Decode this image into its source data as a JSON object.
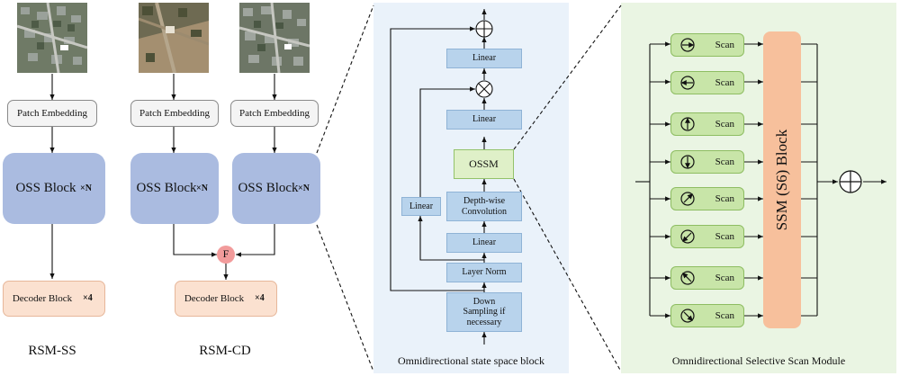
{
  "rsm_ss": {
    "patch_embedding": "Patch Embedding",
    "oss_block": "OSS Block",
    "oss_multiplier": "×N",
    "decoder_block": "Decoder Block",
    "decoder_multiplier": "×4",
    "title": "RSM-SS"
  },
  "rsm_cd": {
    "patch_embedding_1": "Patch Embedding",
    "patch_embedding_2": "Patch Embedding",
    "oss_block_1": "OSS Block",
    "oss_multiplier_1": "×N",
    "oss_block_2": "OSS Block",
    "oss_multiplier_2": "×N",
    "fusion": "F",
    "decoder_block": "Decoder Block",
    "decoder_multiplier": "×4",
    "title": "RSM-CD"
  },
  "oss_block_detail": {
    "linear_top": "Linear",
    "linear_mid": "Linear",
    "ossm": "OSSM",
    "depthwise": "Depth-wise Convolution",
    "linear_low": "Linear",
    "linear_side": "Linear",
    "layer_norm": "Layer Norm",
    "down_sampling": "Down Sampling if necessary",
    "add_symbol": "⊕",
    "multiply_symbol": "⊗",
    "caption": "Omnidirectional state space block"
  },
  "ossm_detail": {
    "scans": [
      "Scan",
      "Scan",
      "Scan",
      "Scan",
      "Scan",
      "Scan",
      "Scan",
      "Scan"
    ],
    "scan_directions": [
      "right",
      "left",
      "up",
      "down",
      "up-right",
      "down-left",
      "up-left",
      "down-right"
    ],
    "ssm_block": "SSM (S6) Block",
    "add_symbol": "⊕",
    "caption": "Omnidirectional Selective Scan Module"
  },
  "colors": {
    "oss_block": "#aabbe0",
    "decoder": "#fbe1d0",
    "linear": "#b8d3ec",
    "ossm": "#dff0c8",
    "scan": "#c8e5a8",
    "ssm": "#f7c09c",
    "fusion": "#f29b9b",
    "panel_blue": "#eaf2fa",
    "panel_green": "#eaf5e3"
  }
}
